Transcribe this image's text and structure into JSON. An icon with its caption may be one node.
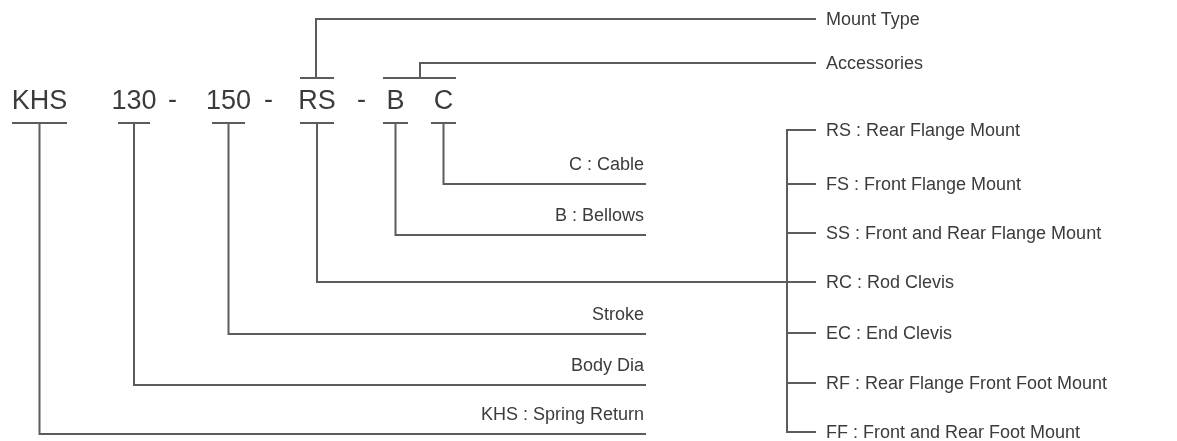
{
  "diagram": {
    "nodes": [
      {
        "text": [
          "KHS"
        ]
      },
      {
        "text": [
          "130"
        ]
      },
      {
        "text": [
          "150"
        ]
      },
      {
        "text": [
          "RS"
        ]
      },
      {
        "text": [
          "B"
        ]
      },
      {
        "text": [
          "C"
        ]
      },
      {
        "text": [
          "Mount Type"
        ]
      },
      {
        "text": [
          "Accessories"
        ]
      },
      {
        "text": [
          "C : Cable"
        ]
      },
      {
        "text": [
          "B : Bellows"
        ]
      },
      {
        "text": [
          "Stroke"
        ]
      },
      {
        "text": [
          "Body Dia"
        ]
      },
      {
        "text": [
          "KHS : Spring Return"
        ]
      },
      {
        "text": [
          "RS : Rear Flange Mount"
        ]
      },
      {
        "text": [
          "FS : Front Flange Mount"
        ]
      },
      {
        "text": [
          "SS : Front and Rear Flange Mount"
        ]
      },
      {
        "text": [
          "RC : Rod Clevis"
        ]
      },
      {
        "text": [
          "EC : End Clevis"
        ]
      },
      {
        "text": [
          "RF : Rear Flange Front Foot Mount"
        ]
      },
      {
        "text": [
          "FF : Front and Rear Foot Mount"
        ]
      }
    ],
    "edges": [
      {
        "from": 3,
        "to": 6,
        "arrow": "none"
      },
      {
        "from": 4,
        "to": 7,
        "arrow": "none"
      },
      {
        "from": 5,
        "to": 7,
        "arrow": "none"
      },
      {
        "from": 5,
        "to": 8,
        "arrow": "none"
      },
      {
        "from": 4,
        "to": 9,
        "arrow": "none"
      },
      {
        "from": 2,
        "to": 10,
        "arrow": "none"
      },
      {
        "from": 1,
        "to": 11,
        "arrow": "none"
      },
      {
        "from": 0,
        "to": 12,
        "arrow": "none"
      },
      {
        "from": 3,
        "to": 13,
        "arrow": "none"
      },
      {
        "from": 3,
        "to": 14,
        "arrow": "none"
      },
      {
        "from": 3,
        "to": 15,
        "arrow": "none"
      },
      {
        "from": 3,
        "to": 16,
        "arrow": "none"
      },
      {
        "from": 3,
        "to": 17,
        "arrow": "none"
      },
      {
        "from": 3,
        "to": 18,
        "arrow": "none"
      },
      {
        "from": 3,
        "to": 19,
        "arrow": "none"
      }
    ],
    "labels": [
      "-",
      "-",
      "-"
    ]
  }
}
